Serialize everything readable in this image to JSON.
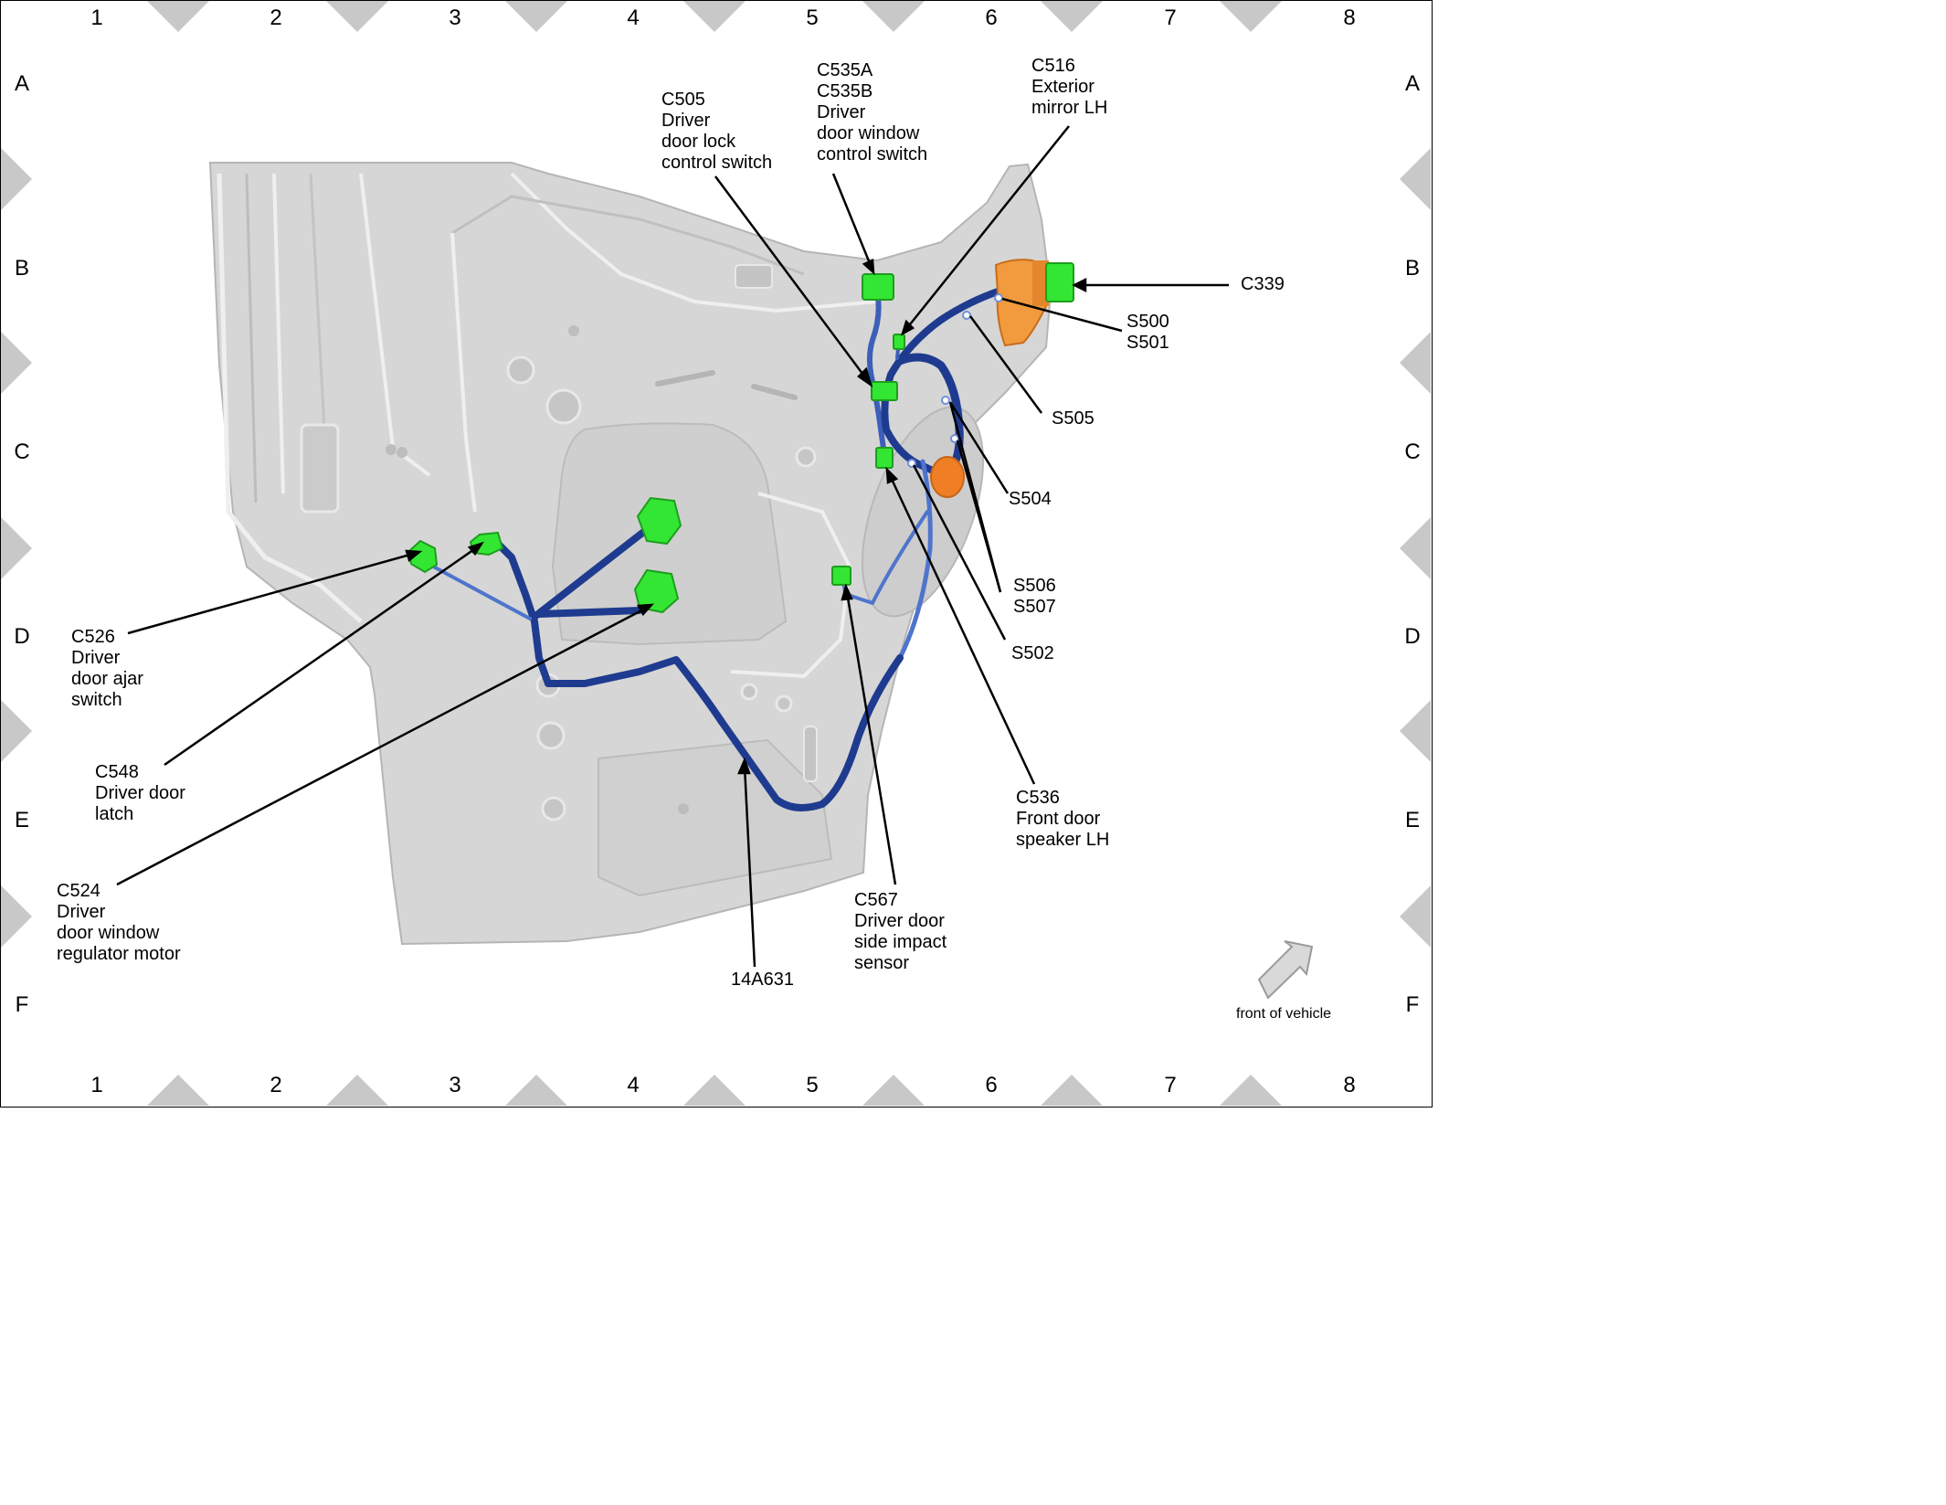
{
  "grid": {
    "columns": [
      "1",
      "2",
      "3",
      "4",
      "5",
      "6",
      "7",
      "8"
    ],
    "rows": [
      "A",
      "B",
      "C",
      "D",
      "E",
      "F"
    ]
  },
  "labels": {
    "c505": "C505\nDriver\ndoor lock\ncontrol switch",
    "c535": "C535A\nC535B\nDriver\ndoor window\ncontrol switch",
    "c516": "C516\nExterior\nmirror LH",
    "c339": "C339",
    "s500_s501": "S500\nS501",
    "s505": "S505",
    "s504": "S504",
    "s506_s507": "S506\nS507",
    "s502": "S502",
    "c536": "C536\nFront door\nspeaker LH",
    "c567": "C567\nDriver door\nside impact\nsensor",
    "harness_14a631": "14A631",
    "c524": "C524\nDriver\ndoor window\nregulator motor",
    "c548": "C548\nDriver door\nlatch",
    "c526": "C526\nDriver\ndoor ajar\nswitch"
  },
  "front_of_vehicle": "front of vehicle",
  "colors": {
    "connector": "#33e633",
    "harness_dark": "#1f3b8f",
    "harness_light": "#4f74cc",
    "grommet": "#f28a2e",
    "panel": "#d9d9d9",
    "border_triangle": "#c8c8c8"
  }
}
